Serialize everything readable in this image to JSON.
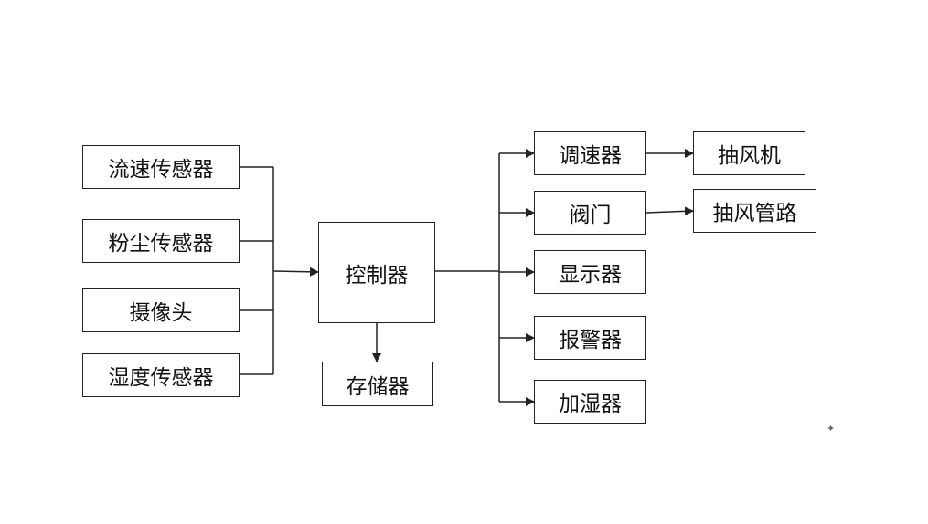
{
  "diagram": {
    "inputs": [
      {
        "id": "flow_sensor",
        "label": "流速传感器"
      },
      {
        "id": "dust_sensor",
        "label": "粉尘传感器"
      },
      {
        "id": "camera",
        "label": "摄像头"
      },
      {
        "id": "humidity_sensor",
        "label": "湿度传感器"
      }
    ],
    "controller": {
      "id": "controller",
      "label": "控制器"
    },
    "storage": {
      "id": "storage",
      "label": "存储器"
    },
    "outputs": [
      {
        "id": "speed_regulator",
        "label": "调速器"
      },
      {
        "id": "valve",
        "label": "阀门"
      },
      {
        "id": "display",
        "label": "显示器"
      },
      {
        "id": "alarm",
        "label": "报警器"
      },
      {
        "id": "humidifier",
        "label": "加湿器"
      }
    ],
    "actuators": [
      {
        "id": "exhaust_fan",
        "label": "抽风机"
      },
      {
        "id": "exhaust_duct",
        "label": "抽风管路"
      }
    ],
    "edges": [
      {
        "from": "flow_sensor",
        "to": "controller"
      },
      {
        "from": "dust_sensor",
        "to": "controller"
      },
      {
        "from": "camera",
        "to": "controller"
      },
      {
        "from": "humidity_sensor",
        "to": "controller"
      },
      {
        "from": "controller",
        "to": "storage"
      },
      {
        "from": "controller",
        "to": "speed_regulator"
      },
      {
        "from": "controller",
        "to": "valve"
      },
      {
        "from": "controller",
        "to": "display"
      },
      {
        "from": "controller",
        "to": "alarm"
      },
      {
        "from": "controller",
        "to": "humidifier"
      },
      {
        "from": "speed_regulator",
        "to": "exhaust_fan"
      },
      {
        "from": "valve",
        "to": "exhaust_duct"
      }
    ],
    "colors": {
      "line": "#222222",
      "box_border": "#222222",
      "text": "#111111",
      "background": "#ffffff"
    }
  }
}
